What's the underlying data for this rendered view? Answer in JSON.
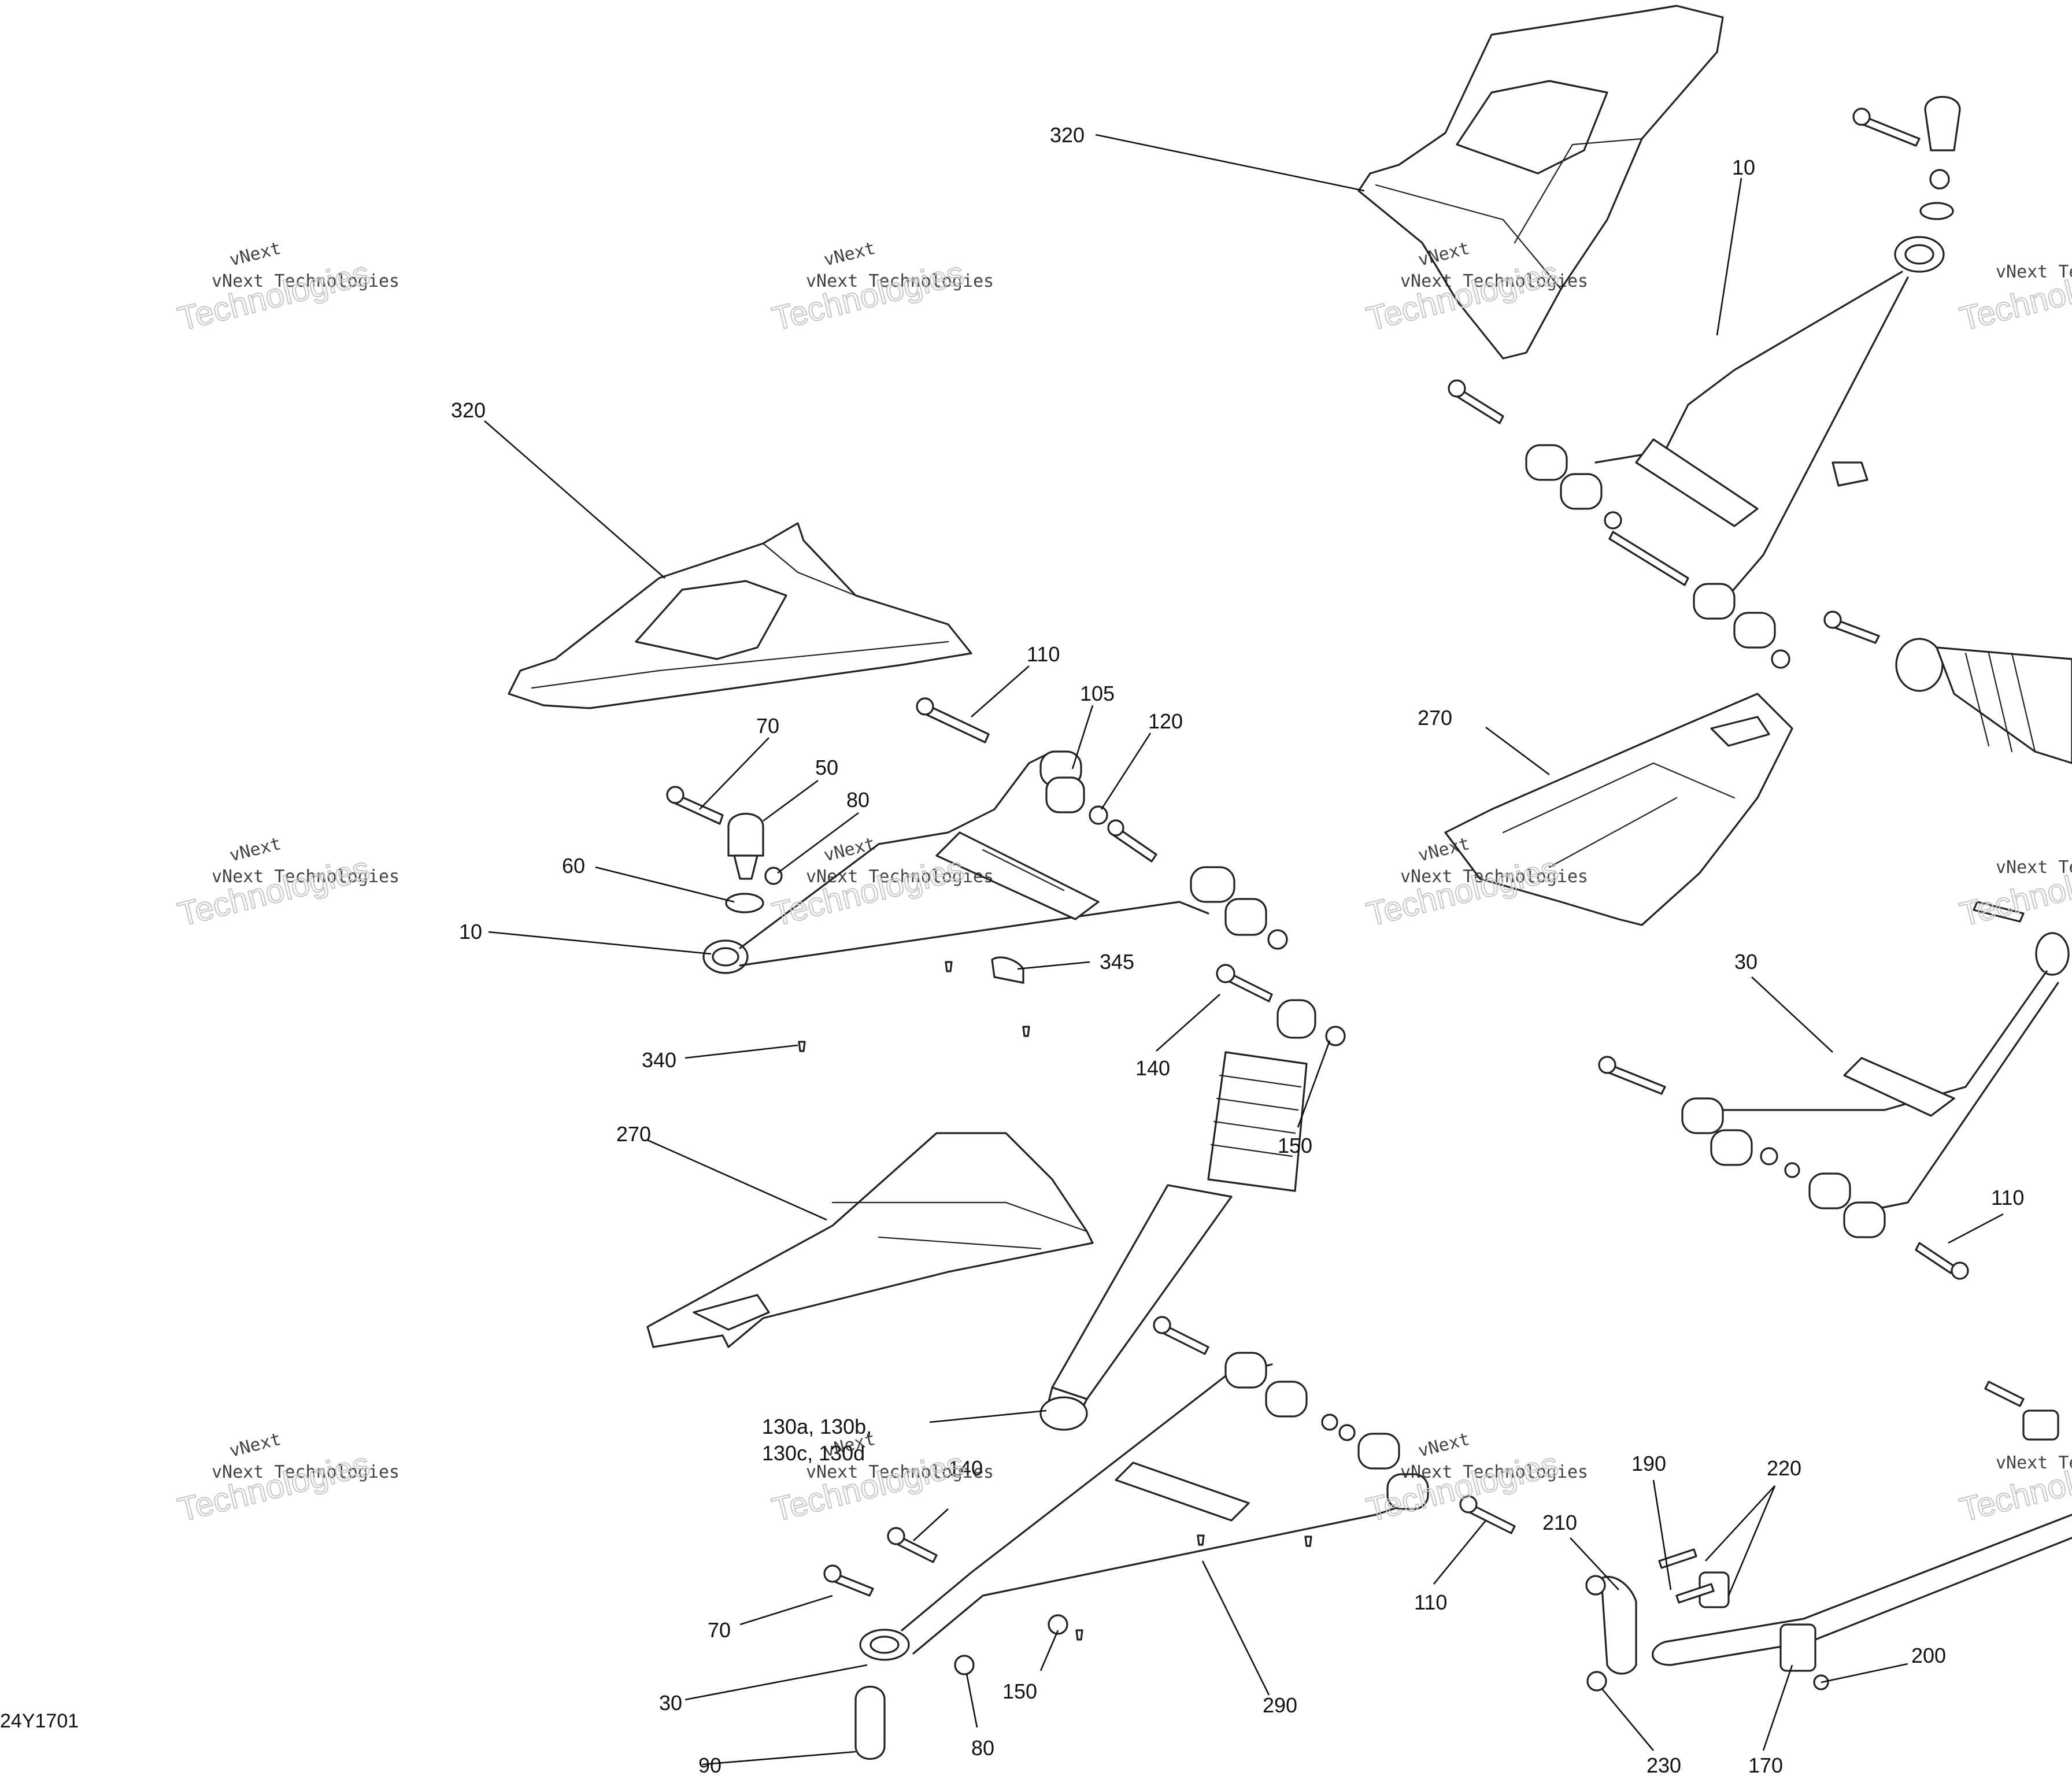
{
  "doc_id": "24Y1701",
  "watermark": {
    "brand_line": "vNext",
    "company_line": "vNext Technologies",
    "overlay_line": "Technologies"
  },
  "callouts": [
    "320",
    "320",
    "10",
    "10",
    "110",
    "105",
    "120",
    "70",
    "50",
    "80",
    "60",
    "345",
    "340",
    "140",
    "150",
    "270",
    "270",
    "30",
    "30",
    "110",
    "130a, 130b,",
    "130c, 130d",
    "140",
    "70",
    "110",
    "190",
    "210",
    "220",
    "200",
    "290",
    "150",
    "80",
    "90",
    "230",
    "170"
  ]
}
